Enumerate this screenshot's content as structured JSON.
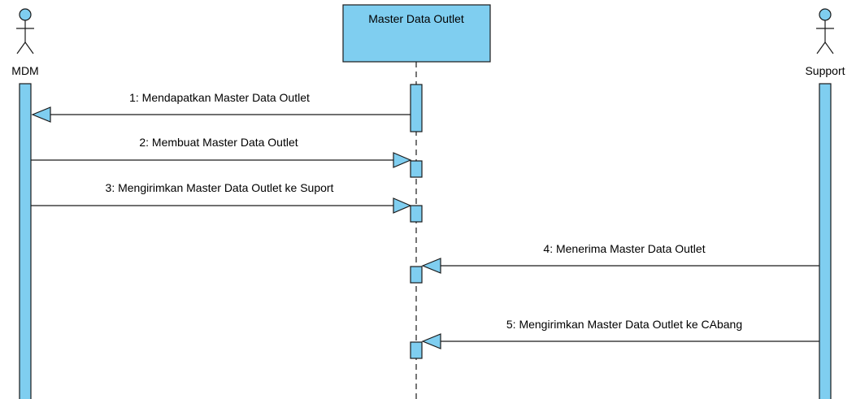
{
  "diagram": {
    "type": "sequence",
    "colors": {
      "fill": "#7FCEF0",
      "stroke": "#1a1a1a",
      "background": "#ffffff"
    },
    "actors": [
      {
        "id": "mdm",
        "label": "MDM"
      },
      {
        "id": "support",
        "label": "Support"
      }
    ],
    "lifeline_objects": [
      {
        "id": "outlet",
        "label": "Master Data Outlet"
      }
    ],
    "messages": [
      {
        "number": "1",
        "text": "1: Mendapatkan Master Data Outlet",
        "from": "outlet",
        "to": "mdm"
      },
      {
        "number": "2",
        "text": "2: Membuat Master Data Outlet",
        "from": "mdm",
        "to": "outlet"
      },
      {
        "number": "3",
        "text": "3: Mengirimkan Master Data Outlet ke Suport",
        "from": "mdm",
        "to": "outlet"
      },
      {
        "number": "4",
        "text": "4: Menerima Master Data Outlet",
        "from": "support",
        "to": "outlet"
      },
      {
        "number": "5",
        "text": "5: Mengirimkan Master Data Outlet ke CAbang",
        "from": "support",
        "to": "outlet"
      }
    ]
  }
}
